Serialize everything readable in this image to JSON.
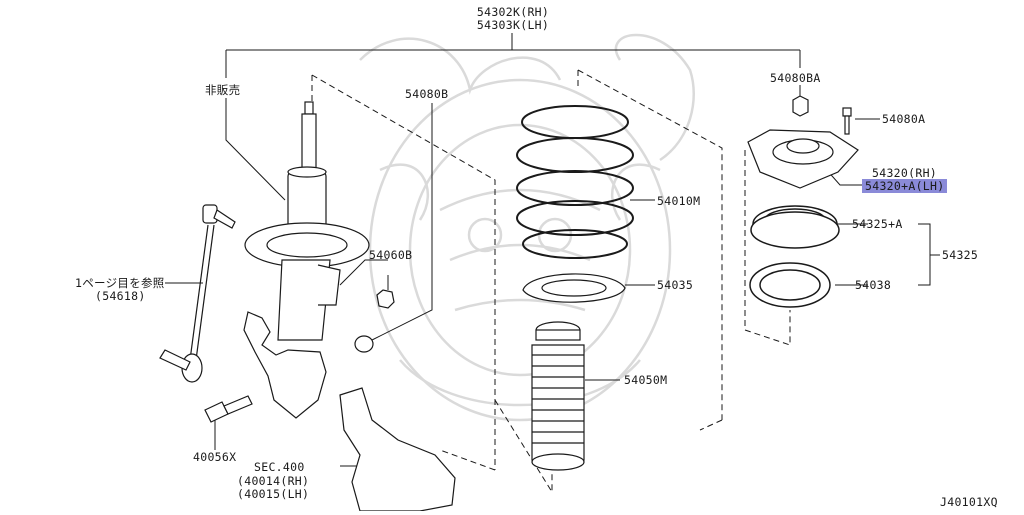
{
  "labels": {
    "strut_assembly_rh": "54302K(RH)",
    "strut_assembly_lh": "54303K(LH)",
    "not_for_sale": "非販売",
    "stabilizer_ref": "1ページ目を参照",
    "stabilizer_ref_code": "(54618)",
    "bolt_40056x": "40056X",
    "sec_400": "SEC.400",
    "knuckle_rh": "(40014(RH)",
    "knuckle_lh": "(40015(LH)",
    "part_54080b": "54080B",
    "part_54060b": "54060B",
    "spring_54010m": "54010M",
    "seat_54035": "54035",
    "bound_bumper_54050m": "54050M",
    "nut_54080ba": "54080BA",
    "bolt_54080a": "54080A",
    "mount_rh": "54320(RH)",
    "mount_lh": "54320+A(LH)",
    "bearing_54325a": "54325+A",
    "bearing_kit_54325": "54325",
    "insulator_54038": "54038",
    "diagram_code": "J40101XQ"
  },
  "colors": {
    "line": "#1a1a1a",
    "highlight": "#8a8ad8",
    "watermark": "#d9d9d9"
  }
}
